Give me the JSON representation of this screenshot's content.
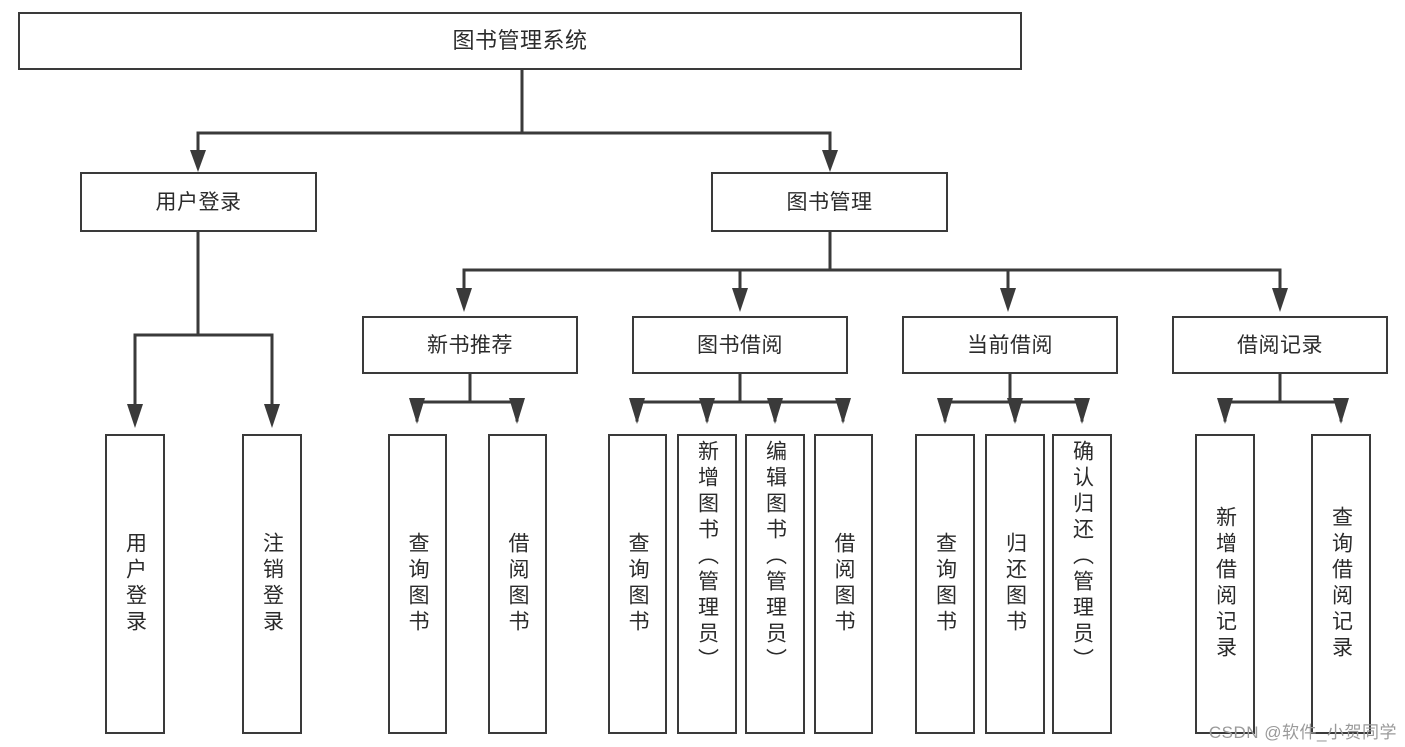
{
  "diagram": {
    "type": "tree",
    "title": "图书管理系统",
    "theme": {
      "background": "#ffffff",
      "box_border": "#3a3a3a",
      "box_fill": "#ffffff",
      "text": "#2b2b2b",
      "connector": "#3a3a3a",
      "watermark": "#9a9a9a"
    },
    "levels": {
      "root": {
        "label": "图书管理系统"
      },
      "level2": [
        {
          "id": "user-login",
          "label": "用户登录"
        },
        {
          "id": "book-management",
          "label": "图书管理"
        }
      ],
      "level3": [
        {
          "id": "new-book-recommend",
          "label": "新书推荐",
          "parent": "book-management"
        },
        {
          "id": "book-borrow",
          "label": "图书借阅",
          "parent": "book-management"
        },
        {
          "id": "current-borrow",
          "label": "当前借阅",
          "parent": "book-management"
        },
        {
          "id": "borrow-record",
          "label": "借阅记录",
          "parent": "book-management"
        }
      ],
      "leaves": [
        {
          "id": "leaf-user-login",
          "label": "用户登录",
          "parent": "user-login"
        },
        {
          "id": "leaf-logout-login",
          "label": "注销登录",
          "parent": "user-login"
        },
        {
          "id": "leaf-query-book-1",
          "label": "查询图书",
          "parent": "new-book-recommend"
        },
        {
          "id": "leaf-borrow-book-1",
          "label": "借阅图书",
          "parent": "new-book-recommend"
        },
        {
          "id": "leaf-query-book-2",
          "label": "查询图书",
          "parent": "book-borrow"
        },
        {
          "id": "leaf-add-book-admin",
          "label": "新增图书（管理员）",
          "parent": "book-borrow"
        },
        {
          "id": "leaf-edit-book-admin",
          "label": "编辑图书（管理员）",
          "parent": "book-borrow"
        },
        {
          "id": "leaf-borrow-book-2",
          "label": "借阅图书",
          "parent": "book-borrow"
        },
        {
          "id": "leaf-query-book-3",
          "label": "查询图书",
          "parent": "current-borrow"
        },
        {
          "id": "leaf-return-book",
          "label": "归还图书",
          "parent": "current-borrow"
        },
        {
          "id": "leaf-confirm-return-admin",
          "label": "确认归还（管理员）",
          "parent": "current-borrow"
        },
        {
          "id": "leaf-add-borrow-record",
          "label": "新增借阅记录",
          "parent": "borrow-record"
        },
        {
          "id": "leaf-query-borrow-record",
          "label": "查询借阅记录",
          "parent": "borrow-record"
        }
      ]
    }
  },
  "watermark": {
    "text": "CSDN @软件_小贺同学"
  }
}
